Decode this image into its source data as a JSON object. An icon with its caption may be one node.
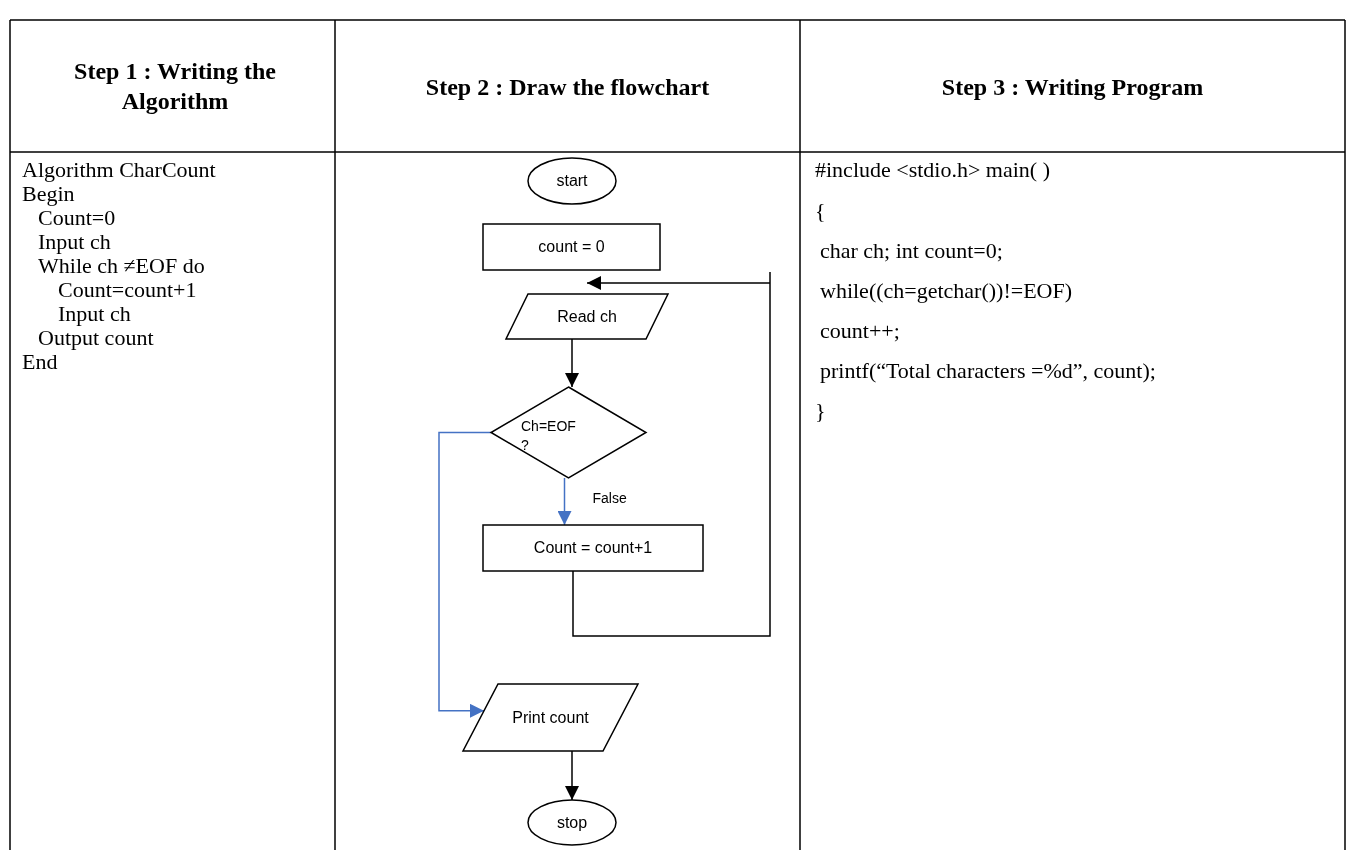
{
  "diagram": {
    "nodes": [
      {
        "text": [
          "start"
        ]
      },
      {
        "text": [
          "count = 0"
        ]
      },
      {
        "text": [
          "Read ch"
        ]
      },
      {
        "text": [
          "Ch=EOF ?"
        ]
      },
      {
        "text": [
          "Count = count+1"
        ]
      },
      {
        "text": [
          "Print count"
        ]
      },
      {
        "text": [
          "stop"
        ]
      }
    ],
    "edges": [
      {
        "from": 2,
        "to": 3,
        "arrow": "to"
      },
      {
        "from": 3,
        "to": 4,
        "arrow": "to",
        "label": "False",
        "color": "#4472c4"
      },
      {
        "from": 4,
        "to": 2,
        "arrow": "to"
      },
      {
        "from": 3,
        "to": 5,
        "arrow": "to",
        "color": "#4472c4"
      },
      {
        "from": 5,
        "to": 6,
        "arrow": "to"
      }
    ],
    "labels": [
      "Step 1 : Writing the Algorithm",
      "Step 2 : Draw the flowchart",
      "Step 3 : Writing Program",
      "Algorithm CharCount",
      "Begin",
      "Count=0",
      "Input ch",
      "While ch ≠EOF do",
      "Count=count+1",
      "Input ch",
      "Output count",
      "End",
      "#include <stdio.h> main( )",
      "{",
      "char ch; int count=0;",
      "while((ch=getchar())!=EOF)",
      "count++;",
      "printf(“Total characters =%d”, count);",
      "}"
    ]
  }
}
